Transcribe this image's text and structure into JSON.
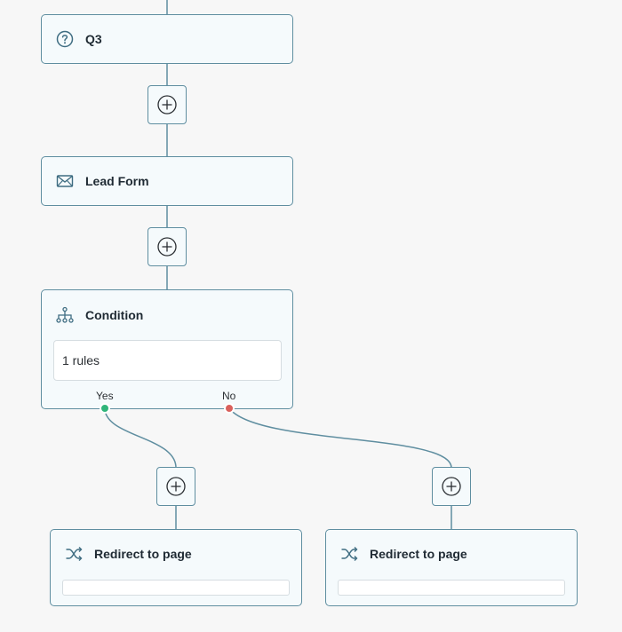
{
  "nodes": {
    "q3": {
      "title": "Q3",
      "icon": "question-circle-icon"
    },
    "lead_form": {
      "title": "Lead Form",
      "icon": "envelope-icon"
    },
    "condition": {
      "title": "Condition",
      "icon": "hierarchy-icon",
      "rules_text": "1 rules",
      "branches": {
        "yes": {
          "label": "Yes",
          "color": "#2fb57a"
        },
        "no": {
          "label": "No",
          "color": "#d9605c"
        }
      }
    },
    "redirect_yes": {
      "title": "Redirect to page",
      "icon": "shuffle-icon",
      "url_value": ""
    },
    "redirect_no": {
      "title": "Redirect to page",
      "icon": "shuffle-icon",
      "url_value": ""
    }
  },
  "add_button_icon": "plus-circle-icon",
  "colors": {
    "node_border": "#5f8ea0",
    "node_background": "#f5fafc",
    "connector": "#5f8ea0",
    "canvas_background": "#f7f7f7"
  }
}
